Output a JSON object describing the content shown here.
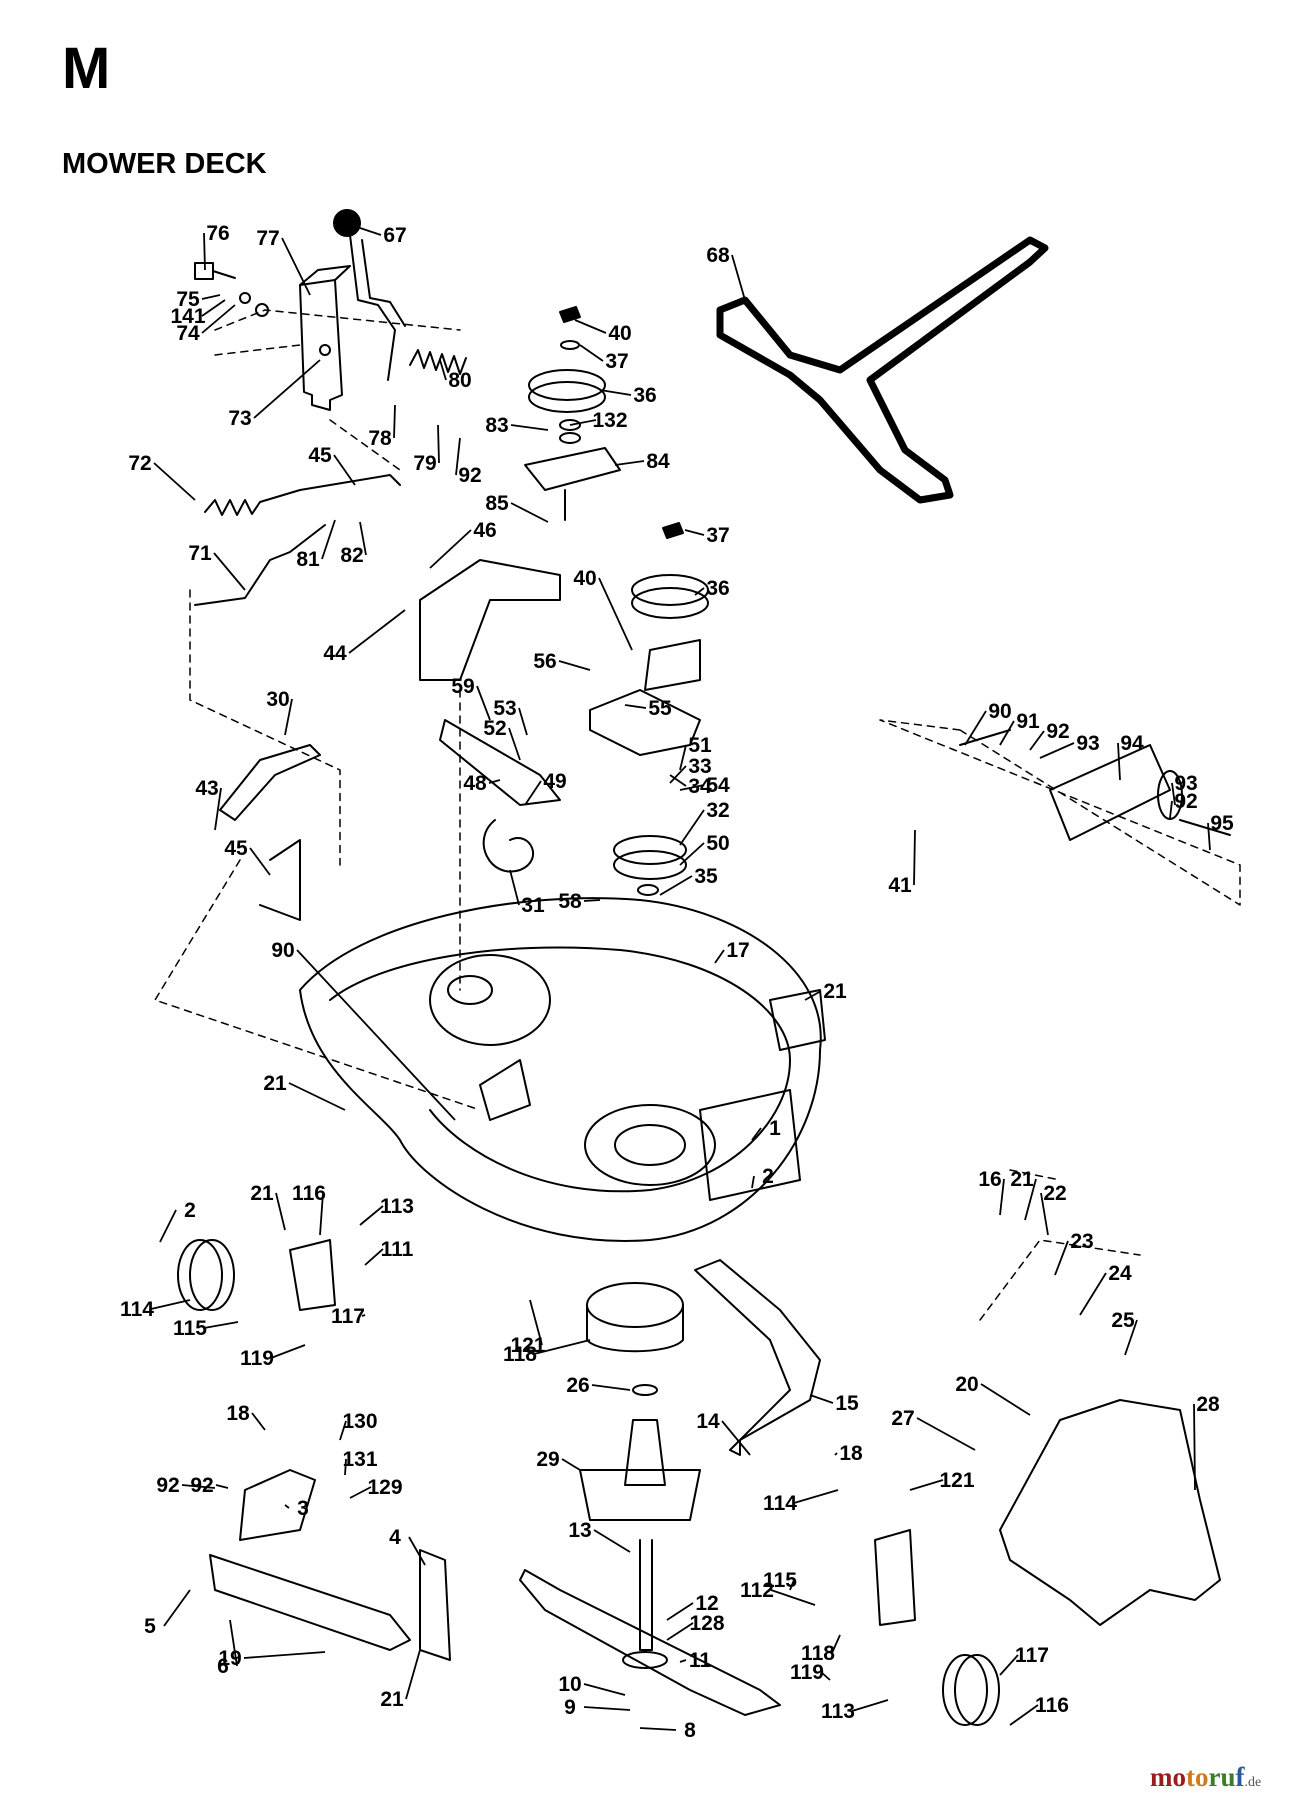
{
  "header": {
    "section_letter": "M",
    "section_title": "MOWER DECK"
  },
  "watermark": {
    "part1": "mo",
    "part2": "to",
    "part3": "ru",
    "part4": "f",
    "suffix": ".de"
  },
  "colors": {
    "line": "#000000",
    "background": "#ffffff"
  },
  "callouts": [
    "76",
    "77",
    "67",
    "75",
    "141",
    "74",
    "80",
    "73",
    "78",
    "79",
    "92",
    "72",
    "45",
    "81",
    "82",
    "71",
    "46",
    "44",
    "40",
    "37",
    "36",
    "83",
    "132",
    "84",
    "85",
    "68",
    "37",
    "40",
    "36",
    "56",
    "55",
    "59",
    "53",
    "52",
    "51",
    "34",
    "48",
    "54",
    "33",
    "49",
    "32",
    "50",
    "31",
    "58",
    "35",
    "30",
    "43",
    "45",
    "41",
    "90",
    "91",
    "92",
    "93",
    "94",
    "93",
    "92",
    "95",
    "90",
    "17",
    "21",
    "21",
    "1",
    "2",
    "21",
    "116",
    "113",
    "111",
    "114",
    "115",
    "117",
    "119",
    "121",
    "118",
    "2",
    "16",
    "21",
    "22",
    "23",
    "24",
    "25",
    "26",
    "15",
    "20",
    "28",
    "27",
    "29",
    "14",
    "18",
    "130",
    "131",
    "129",
    "92",
    "92",
    "3",
    "18",
    "114",
    "121",
    "4",
    "5",
    "6",
    "13",
    "12",
    "128",
    "115",
    "112",
    "118",
    "11",
    "19",
    "21",
    "119",
    "117",
    "10",
    "9",
    "8",
    "113",
    "116"
  ]
}
